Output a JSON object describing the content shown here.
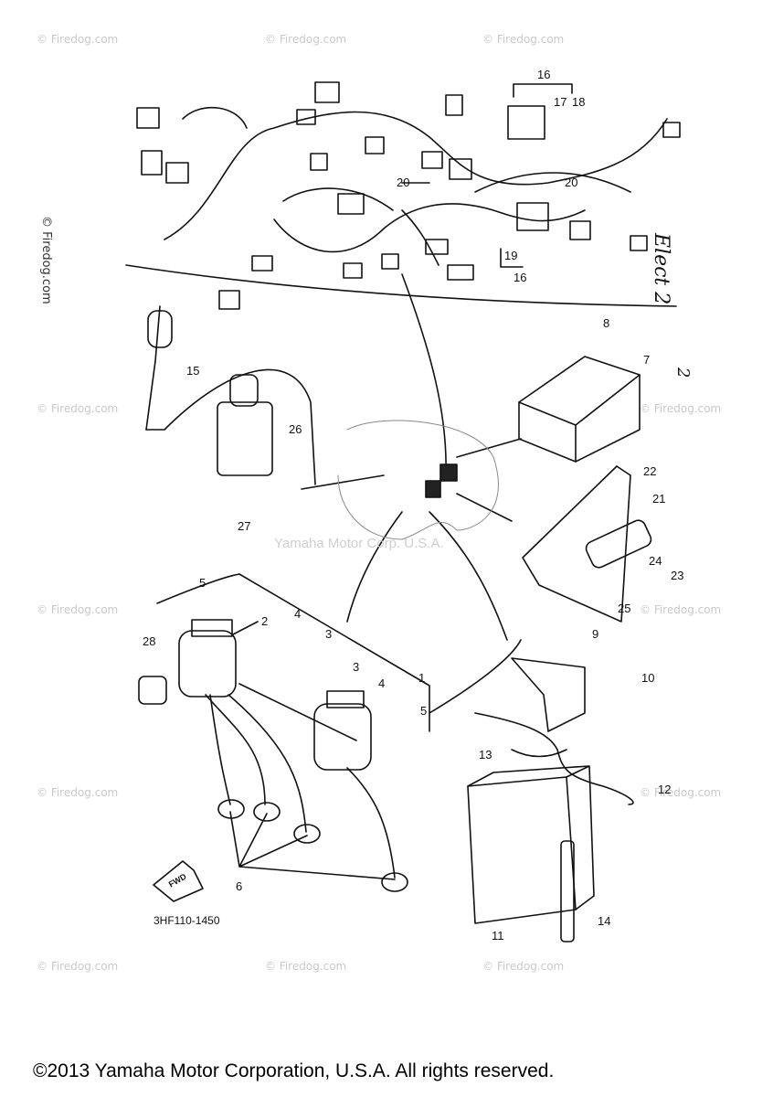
{
  "watermark": {
    "site": "© Firedog.com",
    "center_text": "Yamaha Motor Corp. U.S.A."
  },
  "diagram": {
    "part_code": "3HF110-1450",
    "fwd_label": "FWD",
    "handwritten_a": "Elect 2",
    "handwritten_b": "2",
    "callouts": [
      "1",
      "2",
      "3",
      "3",
      "4",
      "4",
      "5",
      "5",
      "6",
      "7",
      "8",
      "9",
      "10",
      "11",
      "12",
      "13",
      "14",
      "15",
      "16",
      "16",
      "17",
      "18",
      "19",
      "20",
      "20",
      "21",
      "22",
      "23",
      "24",
      "25",
      "26",
      "27",
      "28"
    ]
  },
  "footer": {
    "copyright": "©2013 Yamaha Motor Corporation, U.S.A. All rights reserved."
  }
}
